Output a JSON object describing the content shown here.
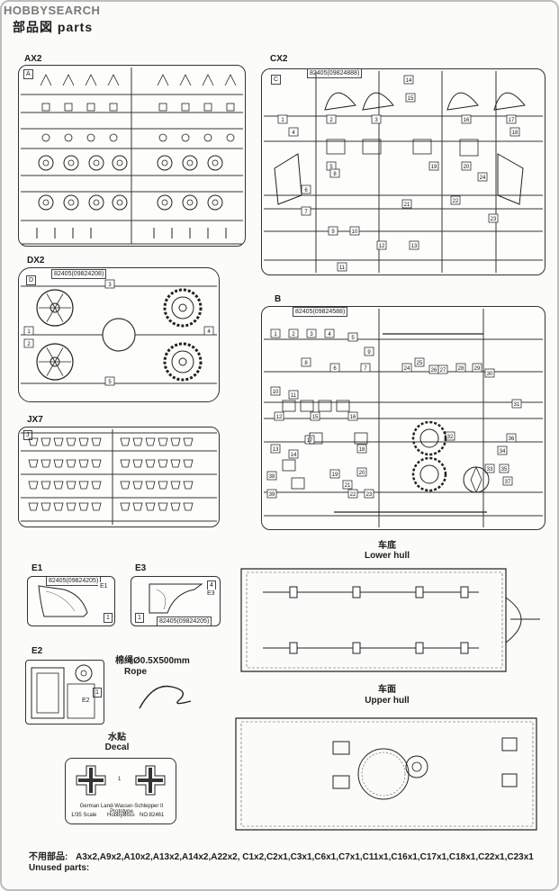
{
  "brand": {
    "logo_text": "HOBBYSEARCH"
  },
  "header": {
    "title": "部品図 parts"
  },
  "sprues": {
    "ax2": {
      "title": "AX2",
      "letter": "A"
    },
    "cx2": {
      "title": "CX2",
      "letter": "C",
      "code": "82405(09824888)",
      "numbers": [
        "1",
        "2",
        "3",
        "4",
        "5",
        "6",
        "7",
        "8",
        "9",
        "10",
        "11",
        "12",
        "13",
        "14",
        "15",
        "16",
        "17",
        "18",
        "19",
        "20",
        "21",
        "22",
        "23",
        "24"
      ]
    },
    "dx2": {
      "title": "DX2",
      "letter": "D",
      "code": "82405(09824208)",
      "numbers": [
        "1",
        "2",
        "3",
        "4",
        "5"
      ]
    },
    "b": {
      "title": "B",
      "code": "82405(09824588)",
      "numbers": [
        "1",
        "2",
        "3",
        "4",
        "5",
        "6",
        "7",
        "8",
        "9",
        "10",
        "11",
        "12",
        "13",
        "14",
        "15",
        "16",
        "17",
        "18",
        "19",
        "20",
        "21",
        "22",
        "23",
        "24",
        "25",
        "26",
        "27",
        "28",
        "29",
        "30",
        "31",
        "32",
        "33",
        "34",
        "35",
        "36",
        "37",
        "38",
        "39"
      ]
    },
    "jx7": {
      "title": "JX7",
      "letter": "J"
    },
    "e1": {
      "title": "E1",
      "letter": "E1",
      "code": "82405(09824205)",
      "num": "1"
    },
    "e3": {
      "title": "E3",
      "letter": "E3",
      "code": "82405(09824205)",
      "num1": "4",
      "num2": "1"
    },
    "e2": {
      "title": "E2",
      "letter": "E2",
      "num": "1"
    }
  },
  "lower_hull": {
    "cn": "车底",
    "en": "Lower hull"
  },
  "upper_hull": {
    "cn": "车面",
    "en": "Upper hull"
  },
  "rope": {
    "cn": "棉绳Ø0.5X500mm",
    "en": "Rope"
  },
  "decal": {
    "cn": "水贴",
    "en": "Decal",
    "line1": "German Land-Wasser-Schlepper II Prototype",
    "scale": "1/35 Scale",
    "brand": "HobbyBoss",
    "code": "NO.82461",
    "num": "1"
  },
  "unused": {
    "cn_label": "不用部品:",
    "en_label": "Unused parts:",
    "list": "A3x2,A9x2,A10x2,A13x2,A14x2,A22x2, C1x2,C2x1,C3x1,C6x1,C7x1,C11x1,C16x1,C17x1,C18x1,C22x1,C23x1"
  },
  "colors": {
    "ink": "#1c1c1c",
    "paper": "#fbfbf9",
    "border": "#bdbdbd"
  }
}
